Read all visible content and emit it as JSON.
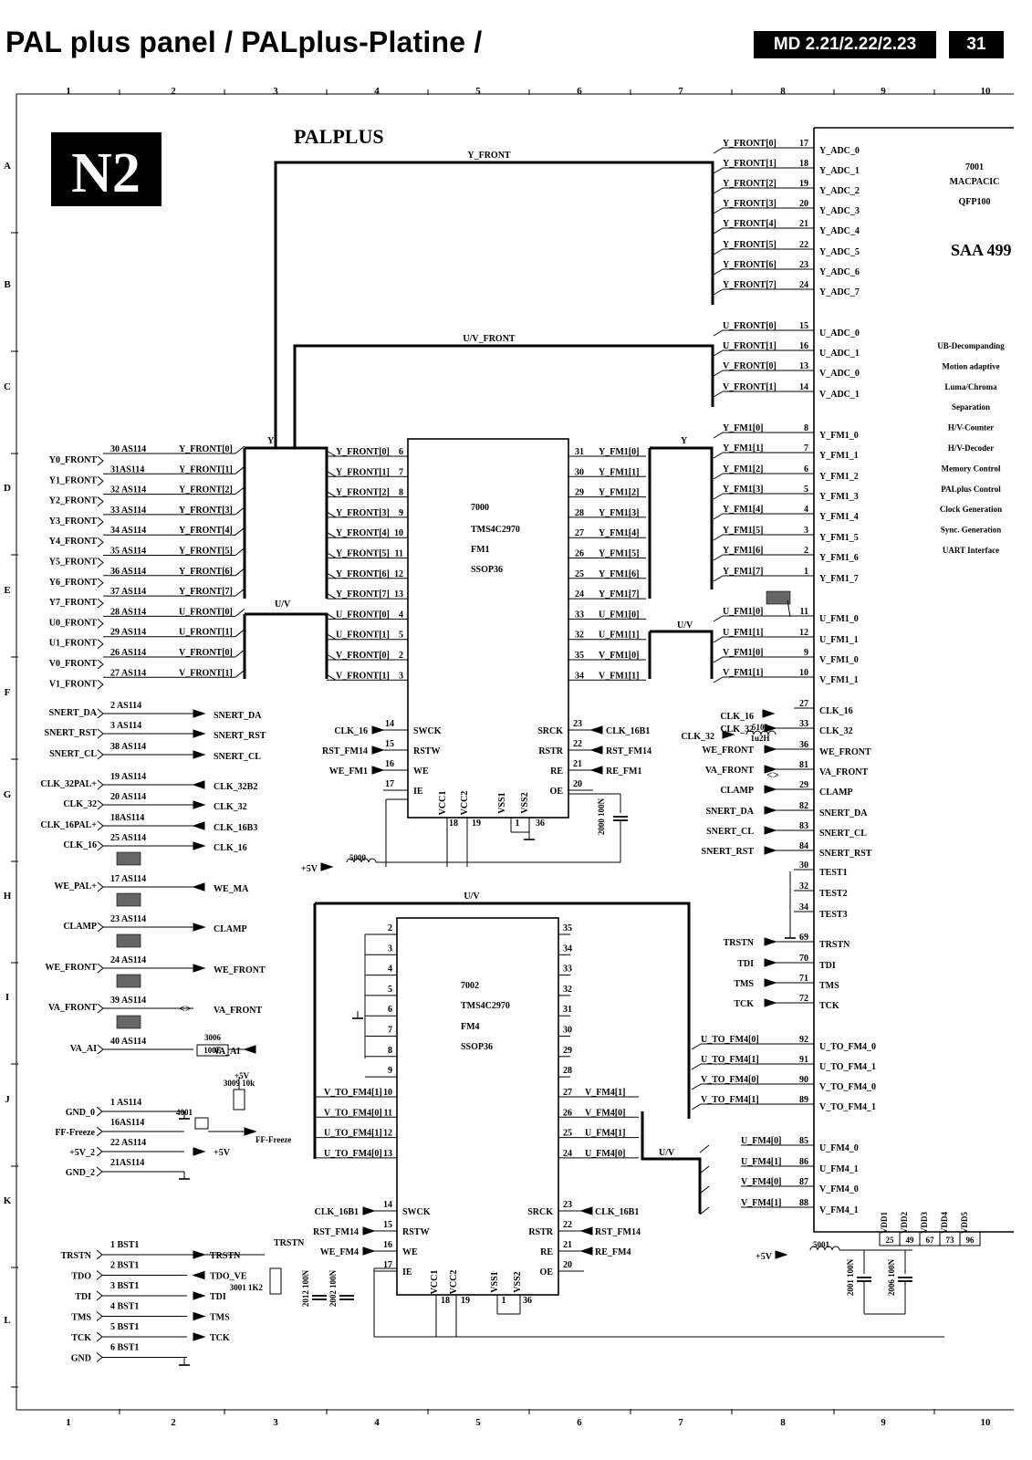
{
  "header": {
    "title": "PAL plus panel / PALplus-Platine /",
    "model": "MD 2.21/2.22/2.23",
    "page": "31"
  },
  "grid": {
    "columns": [
      "1",
      "2",
      "3",
      "4",
      "5",
      "6",
      "7",
      "8",
      "9",
      "10"
    ],
    "rows": [
      "A",
      "B",
      "C",
      "D",
      "E",
      "F",
      "G",
      "H",
      "I",
      "J",
      "K",
      "L"
    ]
  },
  "panel_badge": "N2",
  "diagram_title": "PALPLUS",
  "buses": {
    "y_front": "Y_FRONT",
    "uv_front": "U/V_FRONT",
    "y": "Y",
    "uv": "U/V"
  },
  "left_connector": {
    "rows": [
      {
        "sig": "Y0_FRONT",
        "pin": "30 AS114",
        "net": "Y_FRONT[0]"
      },
      {
        "sig": "Y1_FRONT",
        "pin": "31AS114",
        "net": "Y_FRONT[1]"
      },
      {
        "sig": "Y2_FRONT",
        "pin": "32 AS114",
        "net": "Y_FRONT[2]"
      },
      {
        "sig": "Y3_FRONT",
        "pin": "33 AS114",
        "net": "Y_FRONT[3]"
      },
      {
        "sig": "Y4_FRONT",
        "pin": "34 AS114",
        "net": "Y_FRONT[4]"
      },
      {
        "sig": "Y5_FRONT",
        "pin": "35 AS114",
        "net": "Y_FRONT[5]"
      },
      {
        "sig": "Y6_FRONT",
        "pin": "36 AS114",
        "net": "Y_FRONT[6]"
      },
      {
        "sig": "Y7_FRONT",
        "pin": "37 AS114",
        "net": "Y_FRONT[7]"
      },
      {
        "sig": "U0_FRONT",
        "pin": "28 AS114",
        "net": "U_FRONT[0]"
      },
      {
        "sig": "U1_FRONT",
        "pin": "29 AS114",
        "net": "U_FRONT[1]"
      },
      {
        "sig": "V0_FRONT",
        "pin": "26 AS114",
        "net": "V_FRONT[0]"
      },
      {
        "sig": "V1_FRONT",
        "pin": "27 AS114",
        "net": "V_FRONT[1]"
      }
    ],
    "signals": [
      {
        "sig": "SNERT_DA",
        "pin": "2  AS114",
        "out": "SNERT_DA"
      },
      {
        "sig": "SNERT_RST",
        "pin": "3  AS114",
        "out": "SNERT_RST"
      },
      {
        "sig": "SNERT_CL",
        "pin": "38 AS114",
        "out": "SNERT_CL"
      },
      {
        "sig": "CLK_32PAL+",
        "pin": "19 AS114",
        "out": "CLK_32B2"
      },
      {
        "sig": "CLK_32",
        "pin": "20 AS114",
        "out": "CLK_32"
      },
      {
        "sig": "CLK_16PAL+",
        "pin": "18AS114",
        "out": "CLK_16B3"
      },
      {
        "sig": "CLK_16",
        "pin": "25 AS114",
        "out": "CLK_16"
      },
      {
        "sig": "WE_PAL+",
        "pin": "17 AS114",
        "out": "WE_MA"
      },
      {
        "sig": "CLAMP",
        "pin": "23 AS114",
        "out": "CLAMP"
      },
      {
        "sig": "WE_FRONT",
        "pin": "24 AS114",
        "out": "WE_FRONT"
      },
      {
        "sig": "VA_FRONT",
        "pin": "39 AS114",
        "out": "VA_FRONT"
      },
      {
        "sig": "VA_AI",
        "pin": "40 AS114",
        "out": "VA_AI"
      }
    ],
    "misc": [
      {
        "sig": "GND_0",
        "pin": "1  AS114"
      },
      {
        "sig": "FF-Freeze",
        "pin": "16AS114"
      },
      {
        "sig": "+5V_2",
        "pin": "22 AS114"
      },
      {
        "sig": "GND_2",
        "pin": "21AS114"
      }
    ],
    "ff_freeze_out": "FF-Freeze",
    "plus5v": "+5V",
    "r3006": [
      "3006",
      "100E"
    ],
    "r3009": [
      "3009",
      "10k"
    ],
    "r4001": "4001",
    "jtag": [
      {
        "sig": "TRSTN",
        "pin": "1  BST1",
        "out": "TRSTN"
      },
      {
        "sig": "TDO",
        "pin": "2  BST1",
        "out": "TDO_VE"
      },
      {
        "sig": "TDI",
        "pin": "3  BST1",
        "out": "TDI"
      },
      {
        "sig": "TMS",
        "pin": "4  BST1",
        "out": "TMS"
      },
      {
        "sig": "TCK",
        "pin": "5  BST1",
        "out": "TCK"
      },
      {
        "sig": "GND",
        "pin": "6  BST1",
        "out": ""
      }
    ],
    "r3001": [
      "3001",
      "1K2"
    ]
  },
  "ic7000": {
    "ref": "7000",
    "part": "TMS4C2970",
    "name": "FM1",
    "pkg": "SSOP36",
    "left": [
      {
        "net": "Y_FRONT[0]",
        "pin": "6"
      },
      {
        "net": "Y_FRONT[1]",
        "pin": "7"
      },
      {
        "net": "Y_FRONT[2]",
        "pin": "8"
      },
      {
        "net": "Y_FRONT[3]",
        "pin": "9"
      },
      {
        "net": "Y_FRONT[4]",
        "pin": "10"
      },
      {
        "net": "Y_FRONT[5]",
        "pin": "11"
      },
      {
        "net": "Y_FRONT[6]",
        "pin": "12"
      },
      {
        "net": "Y_FRONT[7]",
        "pin": "13"
      },
      {
        "net": "U_FRONT[0]",
        "pin": "4"
      },
      {
        "net": "U_FRONT[1]",
        "pin": "5"
      },
      {
        "net": "V_FRONT[0]",
        "pin": "2"
      },
      {
        "net": "V_FRONT[1]",
        "pin": "3"
      }
    ],
    "right": [
      {
        "pin": "31",
        "net": "Y_FM1[0]"
      },
      {
        "pin": "30",
        "net": "Y_FM1[1]"
      },
      {
        "pin": "29",
        "net": "Y_FM1[2]"
      },
      {
        "pin": "28",
        "net": "Y_FM1[3]"
      },
      {
        "pin": "27",
        "net": "Y_FM1[4]"
      },
      {
        "pin": "26",
        "net": "Y_FM1[5]"
      },
      {
        "pin": "25",
        "net": "Y_FM1[6]"
      },
      {
        "pin": "24",
        "net": "Y_FM1[7]"
      },
      {
        "pin": "33",
        "net": "U_FM1[0]"
      },
      {
        "pin": "32",
        "net": "U_FM1[1]"
      },
      {
        "pin": "35",
        "net": "V_FM1[0]"
      },
      {
        "pin": "34",
        "net": "V_FM1[1]"
      }
    ],
    "ctl_left": [
      {
        "net": "CLK_16",
        "pin": "14",
        "fn": "SWCK"
      },
      {
        "net": "RST_FM14",
        "pin": "15",
        "fn": "RSTW"
      },
      {
        "net": "WE_FM1",
        "pin": "16",
        "fn": "WE"
      },
      {
        "net": "",
        "pin": "17",
        "fn": "IE"
      }
    ],
    "ctl_right": [
      {
        "fn": "SRCK",
        "pin": "23",
        "net": "CLK_16B1"
      },
      {
        "fn": "RSTR",
        "pin": "22",
        "net": "RST_FM14"
      },
      {
        "fn": "RE",
        "pin": "21",
        "net": "RE_FM1"
      },
      {
        "fn": "OE",
        "pin": "20",
        "net": ""
      }
    ],
    "supply": [
      "VCC1",
      "VCC2",
      "VSS1",
      "VSS2"
    ],
    "supply_pins": [
      "18",
      "19",
      "1",
      "36"
    ],
    "cap": [
      "2000",
      "100N"
    ],
    "coil": "5000",
    "vcc": "+5V"
  },
  "ic7002": {
    "ref": "7002",
    "part": "TMS4C2970",
    "name": "FM4",
    "pkg": "SSOP36",
    "left_pins": [
      "2",
      "3",
      "4",
      "5",
      "6",
      "7",
      "8",
      "9"
    ],
    "right_pins": [
      "35",
      "34",
      "33",
      "32",
      "31",
      "30",
      "29",
      "28"
    ],
    "left_io": [
      {
        "net": "V_TO_FM4[1]",
        "pin": "10"
      },
      {
        "net": "V_TO_FM4[0]",
        "pin": "11"
      },
      {
        "net": "U_TO_FM4[1]",
        "pin": "12"
      },
      {
        "net": "U_TO_FM4[0]",
        "pin": "13"
      }
    ],
    "right_io": [
      {
        "pin": "27",
        "net": "V_FM4[1]"
      },
      {
        "pin": "26",
        "net": "V_FM4[0]"
      },
      {
        "pin": "25",
        "net": "U_FM4[1]"
      },
      {
        "pin": "24",
        "net": "U_FM4[0]"
      }
    ],
    "ctl_left": [
      {
        "net": "CLK_16B1",
        "pin": "14",
        "fn": "SWCK"
      },
      {
        "net": "RST_FM14",
        "pin": "15",
        "fn": "RSTW"
      },
      {
        "net": "WE_FM4",
        "pin": "16",
        "fn": "WE"
      },
      {
        "net": "",
        "pin": "17",
        "fn": "IE"
      }
    ],
    "ctl_right": [
      {
        "fn": "SRCK",
        "pin": "23",
        "net": "CLK_16B1"
      },
      {
        "fn": "RSTR",
        "pin": "22",
        "net": "RST_FM14"
      },
      {
        "fn": "RE",
        "pin": "21",
        "net": "RE_FM4"
      },
      {
        "fn": "OE",
        "pin": "20",
        "net": ""
      }
    ],
    "supply": [
      "VCC1",
      "VCC2",
      "VSS1",
      "VSS2"
    ],
    "supply_pins": [
      "18",
      "19",
      "1",
      "36"
    ],
    "caps": [
      [
        "2012",
        "100N"
      ],
      [
        "2002",
        "100N"
      ]
    ]
  },
  "ic7001": {
    "ref": "7001",
    "name": "MACPACIC",
    "pkg": "QFP100",
    "part": "SAA 499",
    "functions": [
      "UB-Decompanding",
      "Motion adaptive",
      "Luma/Chroma",
      "Separation",
      "H/V-Counter",
      "H/V-Decoder",
      "Memory Control",
      "PALplus Control",
      "Clock Generation",
      "Sync. Generation",
      "UART Interface"
    ],
    "pins": [
      {
        "net": "Y_FRONT[0]",
        "pin": "17",
        "port": "Y_ADC_0"
      },
      {
        "net": "Y_FRONT[1]",
        "pin": "18",
        "port": "Y_ADC_1"
      },
      {
        "net": "Y_FRONT[2]",
        "pin": "19",
        "port": "Y_ADC_2"
      },
      {
        "net": "Y_FRONT[3]",
        "pin": "20",
        "port": "Y_ADC_3"
      },
      {
        "net": "Y_FRONT[4]",
        "pin": "21",
        "port": "Y_ADC_4"
      },
      {
        "net": "Y_FRONT[5]",
        "pin": "22",
        "port": "Y_ADC_5"
      },
      {
        "net": "Y_FRONT[6]",
        "pin": "23",
        "port": "Y_ADC_6"
      },
      {
        "net": "Y_FRONT[7]",
        "pin": "24",
        "port": "Y_ADC_7"
      },
      {
        "net": "U_FRONT[0]",
        "pin": "15",
        "port": "U_ADC_0"
      },
      {
        "net": "U_FRONT[1]",
        "pin": "16",
        "port": "U_ADC_1"
      },
      {
        "net": "V_FRONT[0]",
        "pin": "13",
        "port": "V_ADC_0"
      },
      {
        "net": "V_FRONT[1]",
        "pin": "14",
        "port": "V_ADC_1"
      },
      {
        "net": "Y_FM1[0]",
        "pin": "8",
        "port": "Y_FM1_0"
      },
      {
        "net": "Y_FM1[1]",
        "pin": "7",
        "port": "Y_FM1_1"
      },
      {
        "net": "Y_FM1[2]",
        "pin": "6",
        "port": "Y_FM1_2"
      },
      {
        "net": "Y_FM1[3]",
        "pin": "5",
        "port": "Y_FM1_3"
      },
      {
        "net": "Y_FM1[4]",
        "pin": "4",
        "port": "Y_FM1_4"
      },
      {
        "net": "Y_FM1[5]",
        "pin": "3",
        "port": "Y_FM1_5"
      },
      {
        "net": "Y_FM1[6]",
        "pin": "2",
        "port": "Y_FM1_6"
      },
      {
        "net": "Y_FM1[7]",
        "pin": "1",
        "port": "Y_FM1_7"
      },
      {
        "net": "U_FM1[0]",
        "pin": "11",
        "port": "U_FM1_0"
      },
      {
        "net": "U_FM1[1]",
        "pin": "12",
        "port": "U_FM1_1"
      },
      {
        "net": "V_FM1[0]",
        "pin": "9",
        "port": "V_FM1_0"
      },
      {
        "net": "V_FM1[1]",
        "pin": "10",
        "port": "V_FM1_1"
      },
      {
        "net": "",
        "pin": "27",
        "port": "CLK_16"
      },
      {
        "net": "CLK_32",
        "pin": "33",
        "port": "CLK_32"
      },
      {
        "net": "WE_FRONT",
        "pin": "36",
        "port": "WE_FRONT"
      },
      {
        "net": "VA_FRONT",
        "pin": "81",
        "port": "VA_FRONT"
      },
      {
        "net": "CLAMP",
        "pin": "29",
        "port": "CLAMP"
      },
      {
        "net": "SNERT_DA",
        "pin": "82",
        "port": "SNERT_DA"
      },
      {
        "net": "SNERT_CL",
        "pin": "83",
        "port": "SNERT_CL"
      },
      {
        "net": "SNERT_RST",
        "pin": "84",
        "port": "SNERT_RST"
      },
      {
        "net": "",
        "pin": "30",
        "port": "TEST1"
      },
      {
        "net": "",
        "pin": "32",
        "port": "TEST2"
      },
      {
        "net": "",
        "pin": "34",
        "port": "TEST3"
      },
      {
        "net": "TRSTN",
        "pin": "69",
        "port": "TRSTN"
      },
      {
        "net": "TDI",
        "pin": "70",
        "port": "TDI"
      },
      {
        "net": "TMS",
        "pin": "71",
        "port": "TMS"
      },
      {
        "net": "TCK",
        "pin": "72",
        "port": "TCK"
      },
      {
        "net": "U_TO_FM4[0]",
        "pin": "92",
        "port": "U_TO_FM4_0"
      },
      {
        "net": "U_TO_FM4[1]",
        "pin": "91",
        "port": "U_TO_FM4_1"
      },
      {
        "net": "V_TO_FM4[0]",
        "pin": "90",
        "port": "V_TO_FM4_0"
      },
      {
        "net": "V_TO_FM4[1]",
        "pin": "89",
        "port": "V_TO_FM4_1"
      },
      {
        "net": "U_FM4[0]",
        "pin": "85",
        "port": "U_FM4_0"
      },
      {
        "net": "U_FM4[1]",
        "pin": "86",
        "port": "U_FM4_1"
      },
      {
        "net": "V_FM4[0]",
        "pin": "87",
        "port": "V_FM4_0"
      },
      {
        "net": "V_FM4[1]",
        "pin": "88",
        "port": "V_FM4_1"
      }
    ],
    "clk16_label": "CLK_16",
    "clk32_coil": [
      "5100",
      "1u2H"
    ],
    "vdd": [
      {
        "name": "VDD1",
        "pin": "25"
      },
      {
        "name": "VDD2",
        "pin": "49"
      },
      {
        "name": "VDD3",
        "pin": "67"
      },
      {
        "name": "VDD4",
        "pin": "73"
      },
      {
        "name": "VDD5",
        "pin": "96"
      }
    ],
    "coil5001": "5001",
    "vcc": "+5V",
    "caps": [
      [
        "2001",
        "100N"
      ],
      [
        "2006",
        "100N"
      ]
    ]
  }
}
